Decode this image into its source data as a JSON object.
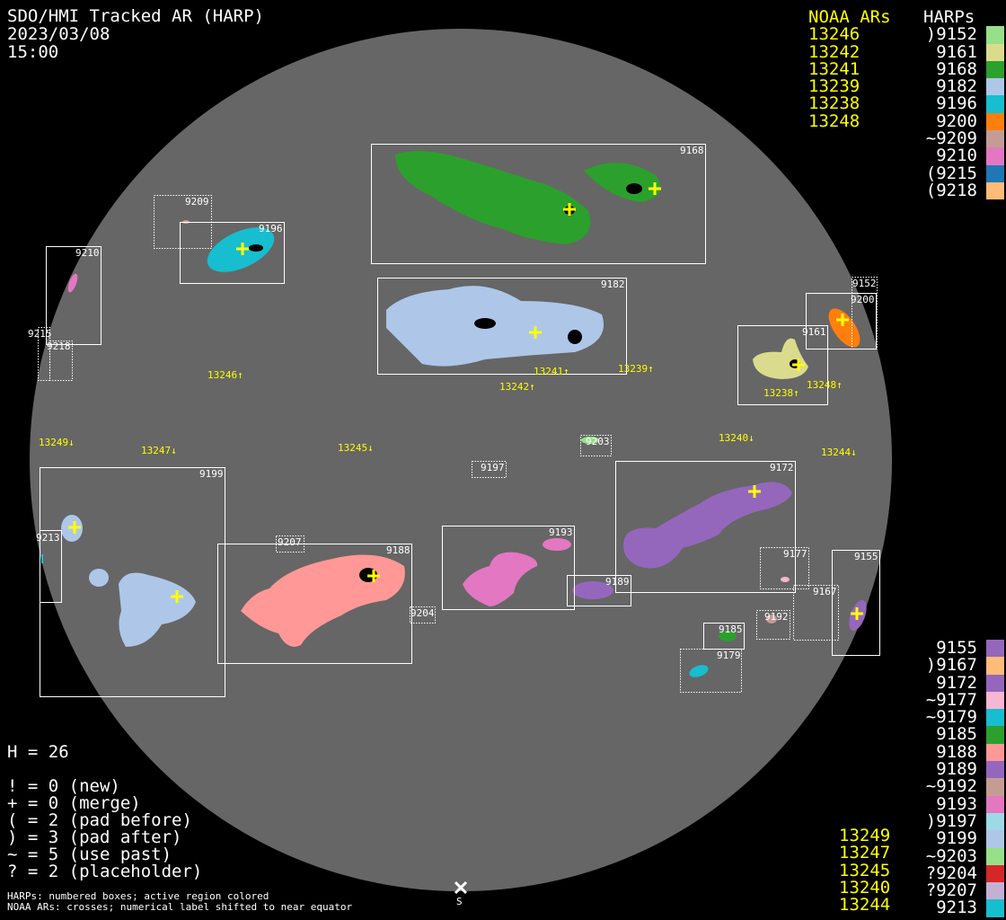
{
  "header": {
    "title": "SDO/HMI Tracked AR (HARP)",
    "date": "2023/03/08",
    "time": "15:00"
  },
  "noaa_header": "NOAA ARs",
  "harps_header": "HARPs",
  "noaa_top": [
    "13246",
    "13242",
    "13241",
    "13239",
    "13238",
    "13248"
  ],
  "harps_top": [
    {
      "label": ")9152",
      "color": "#98df8a"
    },
    {
      "label": "9161",
      "color": "#dbdb8d"
    },
    {
      "label": "9168",
      "color": "#2ca02c"
    },
    {
      "label": "9182",
      "color": "#aec7e8"
    },
    {
      "label": "9196",
      "color": "#17becf"
    },
    {
      "label": "9200",
      "color": "#ff7f0e"
    },
    {
      "label": "~9209",
      "color": "#c49c94"
    },
    {
      "label": "9210",
      "color": "#e377c2"
    },
    {
      "label": "(9215",
      "color": "#1f77b4"
    },
    {
      "label": "(9218",
      "color": "#ffbb78"
    }
  ],
  "harps_bottom": [
    {
      "label": "9155",
      "color": "#9467bd"
    },
    {
      "label": ")9167",
      "color": "#ffbb78"
    },
    {
      "label": "9172",
      "color": "#9467bd"
    },
    {
      "label": "~9177",
      "color": "#f7b6d2"
    },
    {
      "label": "~9179",
      "color": "#17becf"
    },
    {
      "label": "9185",
      "color": "#2ca02c"
    },
    {
      "label": "9188",
      "color": "#ff9896"
    },
    {
      "label": "9189",
      "color": "#9467bd"
    },
    {
      "label": "~9192",
      "color": "#c49c94"
    },
    {
      "label": "9193",
      "color": "#e377c2"
    },
    {
      "label": ")9197",
      "color": "#9edae5"
    },
    {
      "label": "9199",
      "color": "#aec7e8"
    },
    {
      "label": "~9203",
      "color": "#98df8a"
    },
    {
      "label": "?9204",
      "color": "#d62728"
    },
    {
      "label": "?9207",
      "color": "#c5b0d5"
    },
    {
      "label": "9213",
      "color": "#17becf"
    }
  ],
  "noaa_bottom": [
    "13249",
    "13247",
    "13245",
    "13240",
    "13244"
  ],
  "stats": {
    "h": "H = 26",
    "lines": [
      "! = 0 (new)",
      "+ = 0 (merge)",
      "( = 2 (pad before)",
      ") = 3 (pad after)",
      "~ = 5 (use past)",
      "? = 2 (placeholder)"
    ]
  },
  "footer": [
    "HARPs: numbered boxes; active region colored",
    "NOAA ARs: crosses; numerical label shifted to near equator"
  ],
  "south_marker": {
    "icon": "x-mark-icon",
    "label": "S"
  },
  "disk_boxes": [
    "9168",
    "9182",
    "9209",
    "9196",
    "9210",
    "9215",
    "9218",
    "9152",
    "9200",
    "9161",
    "9203",
    "9197",
    "9199",
    "9172",
    "9213",
    "9207",
    "9188",
    "9193",
    "9189",
    "9177",
    "9167",
    "9155",
    "9192",
    "9204",
    "9185",
    "9179"
  ],
  "disk_noaa_labels": [
    "13246↑",
    "13241↑",
    "13239↑",
    "13242↑",
    "13238↑",
    "13248↑",
    "13249↓",
    "13247↓",
    "13245↓",
    "13240↓",
    "13244↓"
  ]
}
